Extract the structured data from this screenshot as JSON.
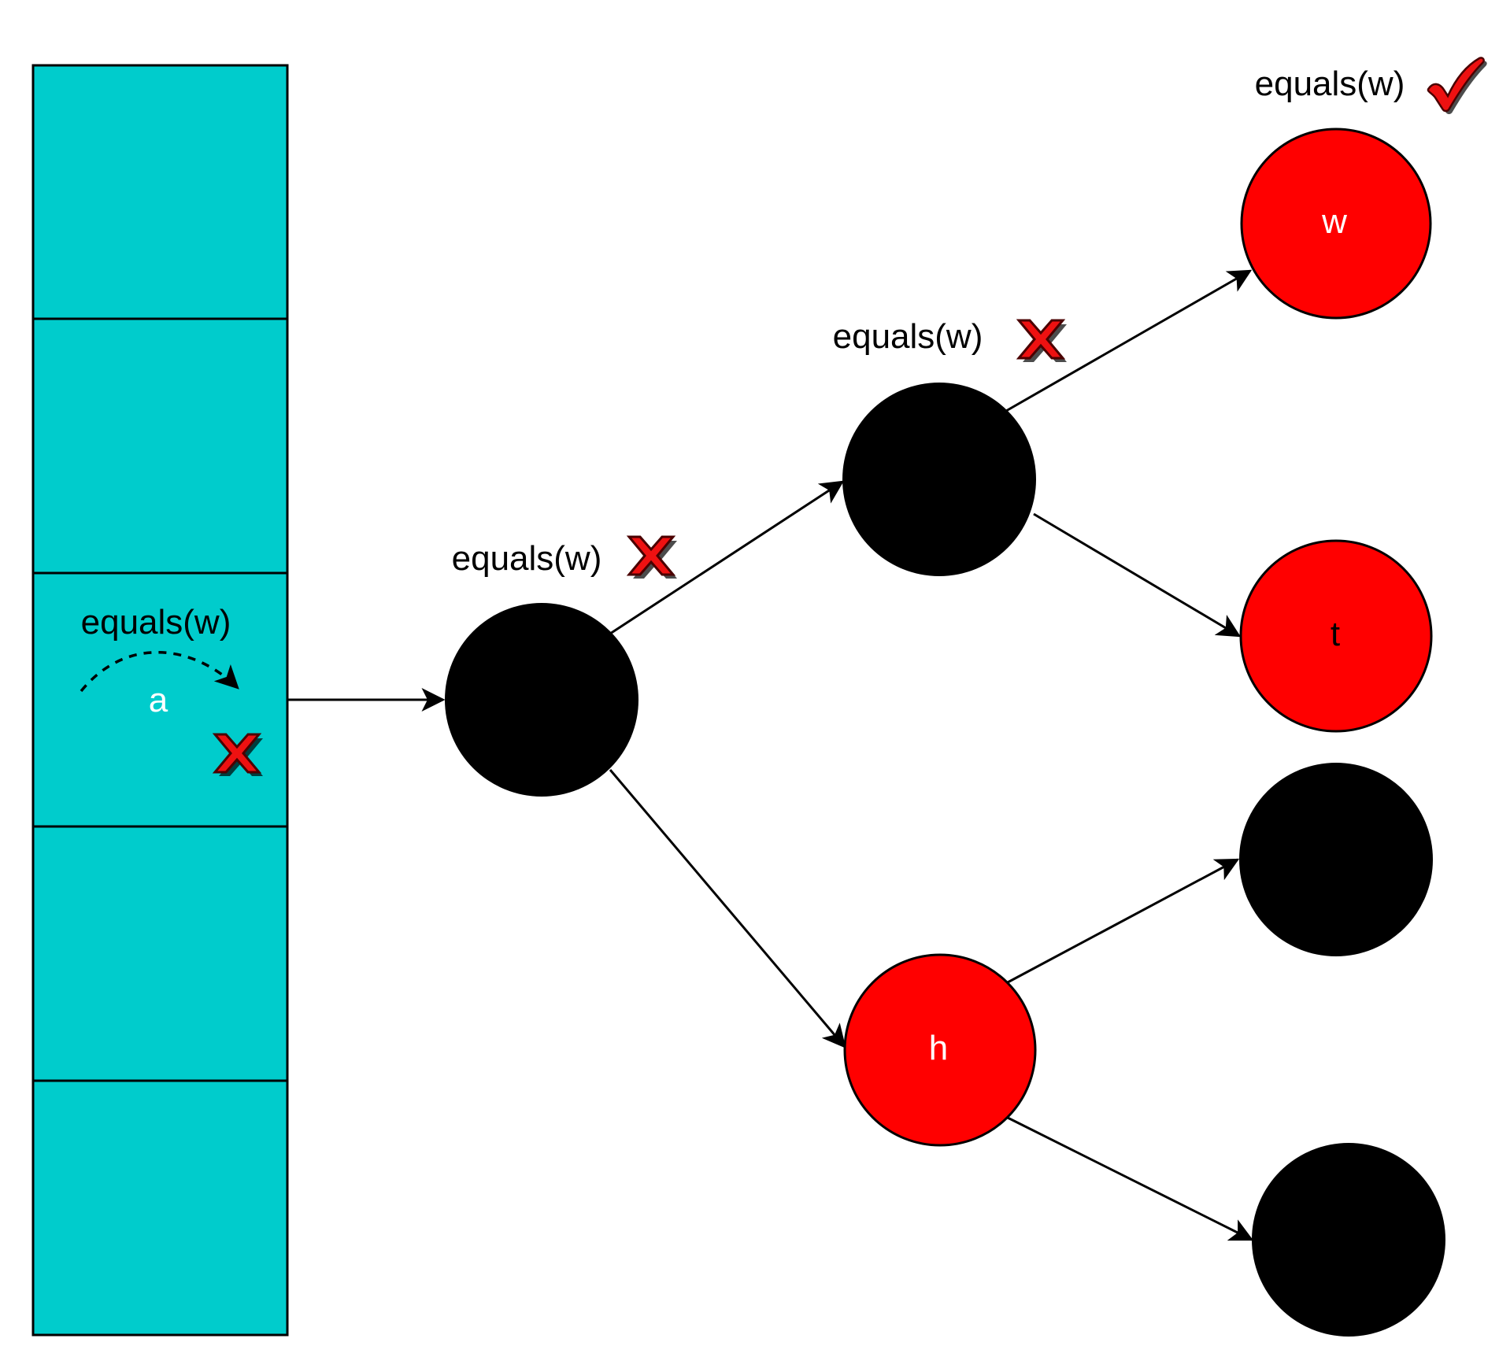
{
  "colors": {
    "bucket_fill": "#00CCCC",
    "red_node": "#FF0000",
    "black_node": "#000000",
    "edge": "#000000",
    "mark_red": "#EE1111",
    "bucket_text": "#FFFFFF"
  },
  "hash_table": {
    "bucket_count": 5,
    "active_bucket": {
      "key": "a",
      "comparison": "equals(w)",
      "result_icon": "cross-icon"
    }
  },
  "tree": {
    "nodes": {
      "root": {
        "label": "",
        "color": "black"
      },
      "upper_child": {
        "label": "",
        "color": "black"
      },
      "lower_child": {
        "label": "h",
        "color": "red"
      },
      "leaf_w": {
        "label": "w",
        "color": "red"
      },
      "leaf_t": {
        "label": "t",
        "color": "red"
      },
      "leaf_3": {
        "label": "",
        "color": "black"
      },
      "leaf_4": {
        "label": "",
        "color": "black"
      }
    },
    "comparisons": {
      "root": {
        "text": "equals(w)",
        "result_icon": "cross-icon"
      },
      "upper_child": {
        "text": "equals(w)",
        "result_icon": "cross-icon"
      },
      "leaf_w": {
        "text": "equals(w)",
        "result_icon": "checkmark-icon"
      }
    }
  }
}
